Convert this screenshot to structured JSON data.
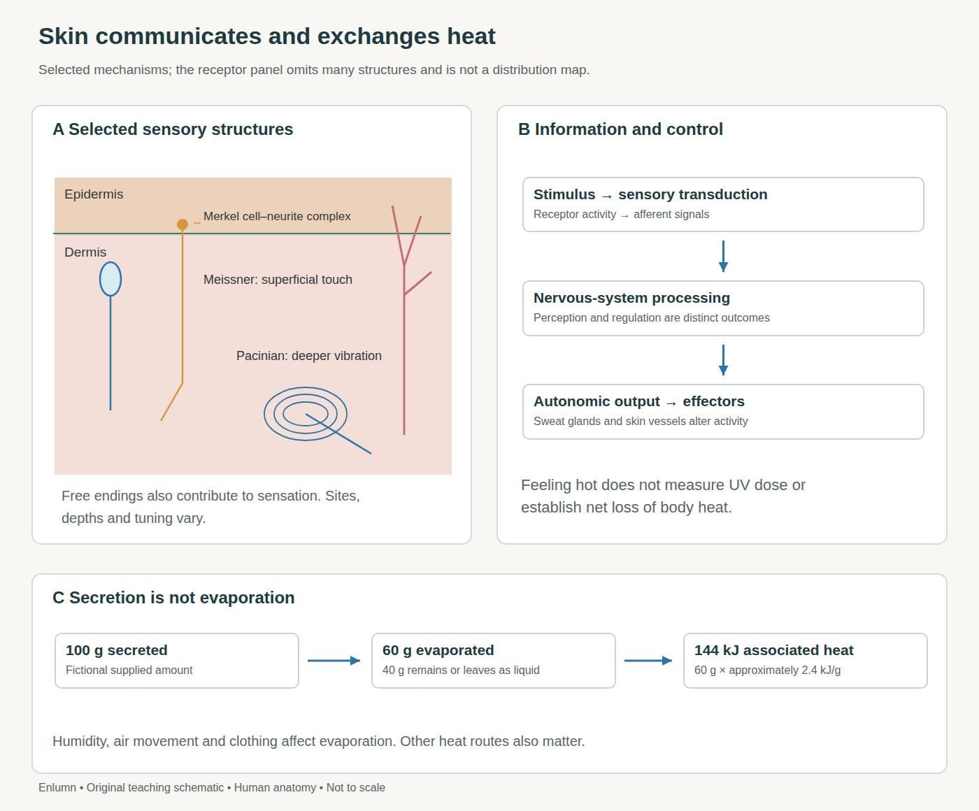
{
  "diagram": {
    "title": "Skin communicates and exchanges heat",
    "caption": "Enlumn • Original teaching schematic • Human anatomy • Not to scale",
    "nodes": [
      {
        "text": [
          "A Selected sensory structures",
          "Free endings also contribute to sensation. Sites, depths and tuning vary."
        ]
      },
      {
        "text": [
          "Epidermis"
        ],
        "in": 0
      },
      {
        "text": [
          "Dermis"
        ],
        "in": 0
      },
      {
        "text": [
          "B Information and control",
          "Feeling hot does not measure UV dose or establish net loss of body heat."
        ]
      },
      {
        "text": [
          "Stimulus → sensory transduction",
          "Receptor activity → afferent signals"
        ],
        "in": 3
      },
      {
        "text": [
          "Nervous-system processing",
          "Perception and regulation are distinct outcomes"
        ],
        "in": 3
      },
      {
        "text": [
          "Autonomic output → effectors",
          "Sweat glands and skin vessels alter activity"
        ],
        "in": 3
      },
      {
        "text": [
          "C Secretion is not evaporation",
          "Humidity, air movement and clothing affect evaporation. Other heat routes also matter."
        ]
      },
      {
        "text": [
          "100 g secreted",
          "Fictional supplied amount"
        ],
        "in": 7
      },
      {
        "text": [
          "60 g evaporated",
          "40 g remains or leaves as liquid"
        ],
        "in": 7
      },
      {
        "text": [
          "144 kJ associated heat",
          "60 g × approximately 2.4 kJ/g"
        ],
        "in": 7
      }
    ],
    "edges": [
      {
        "from": 4,
        "to": 5,
        "arrow": "to"
      },
      {
        "from": 5,
        "to": 6,
        "arrow": "to"
      },
      {
        "from": 8,
        "to": 9,
        "arrow": "to"
      },
      {
        "from": 9,
        "to": 10,
        "arrow": "to"
      }
    ],
    "labels": [
      "Selected mechanisms; the receptor panel omits many structures and is not a distribution map.",
      "Merkel cell–neurite complex",
      "Meissner: superficial touch",
      "Pacinian: deeper vibration"
    ]
  }
}
